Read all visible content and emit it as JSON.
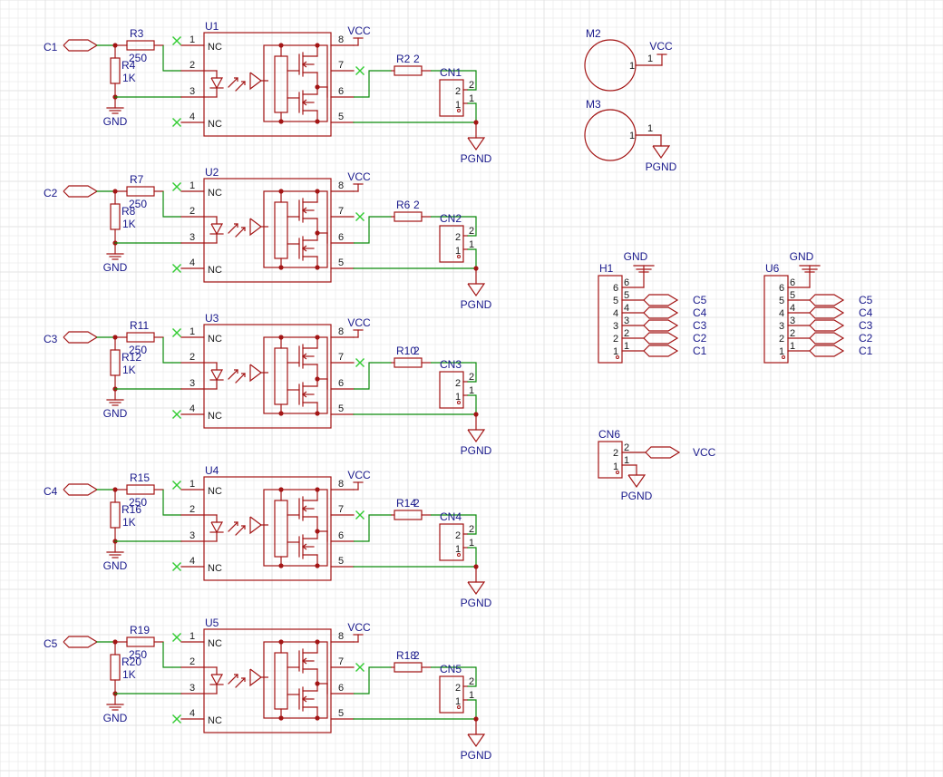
{
  "channels": [
    {
      "input": "C1",
      "r_series": "R3",
      "r_series_val": "250",
      "r_pull": "R4",
      "r_pull_val": "1K",
      "ic": "U1",
      "r_out": "R2",
      "r_out_val": "2",
      "conn": "CN1"
    },
    {
      "input": "C2",
      "r_series": "R7",
      "r_series_val": "250",
      "r_pull": "R8",
      "r_pull_val": "1K",
      "ic": "U2",
      "r_out": "R6",
      "r_out_val": "2",
      "conn": "CN2"
    },
    {
      "input": "C3",
      "r_series": "R11",
      "r_series_val": "250",
      "r_pull": "R12",
      "r_pull_val": "1K",
      "ic": "U3",
      "r_out": "R10",
      "r_out_val": "2",
      "conn": "CN3"
    },
    {
      "input": "C4",
      "r_series": "R15",
      "r_series_val": "250",
      "r_pull": "R16",
      "r_pull_val": "1K",
      "ic": "U4",
      "r_out": "R14",
      "r_out_val": "2",
      "conn": "CN4"
    },
    {
      "input": "C5",
      "r_series": "R19",
      "r_series_val": "250",
      "r_pull": "R20",
      "r_pull_val": "1K",
      "ic": "U5",
      "r_out": "R18",
      "r_out_val": "2",
      "conn": "CN5"
    }
  ],
  "ic_pins": {
    "nc": "NC",
    "p1": "1",
    "p2": "2",
    "p3": "3",
    "p4": "4",
    "p5": "5",
    "p6": "6",
    "p7": "7",
    "p8": "8"
  },
  "nets": {
    "vcc": "VCC",
    "gnd": "GND",
    "pgnd": "PGND"
  },
  "mounting": [
    {
      "ref": "M2",
      "pin": "1",
      "net": "VCC"
    },
    {
      "ref": "M3",
      "pin": "1",
      "net": "PGND"
    }
  ],
  "headers": [
    {
      "ref": "H1",
      "gnd": "GND",
      "pins": [
        "6",
        "5",
        "4",
        "3",
        "2",
        "1"
      ],
      "nets": [
        "C5",
        "C4",
        "C3",
        "C2",
        "C1"
      ]
    },
    {
      "ref": "U6",
      "gnd": "GND",
      "pins": [
        "6",
        "5",
        "4",
        "3",
        "2",
        "1"
      ],
      "nets": [
        "C5",
        "C4",
        "C3",
        "C2",
        "C1"
      ]
    }
  ],
  "power_conn": {
    "ref": "CN6",
    "pins": [
      "2",
      "1"
    ],
    "vcc": "VCC",
    "pgnd": "PGND"
  },
  "conn_pins": [
    "2",
    "1"
  ],
  "colors": {
    "part": "#a31515",
    "wire": "#0a8a0a",
    "label": "#1a1a8c",
    "grid": "#e3e3e3",
    "nc": "#33cc33"
  }
}
